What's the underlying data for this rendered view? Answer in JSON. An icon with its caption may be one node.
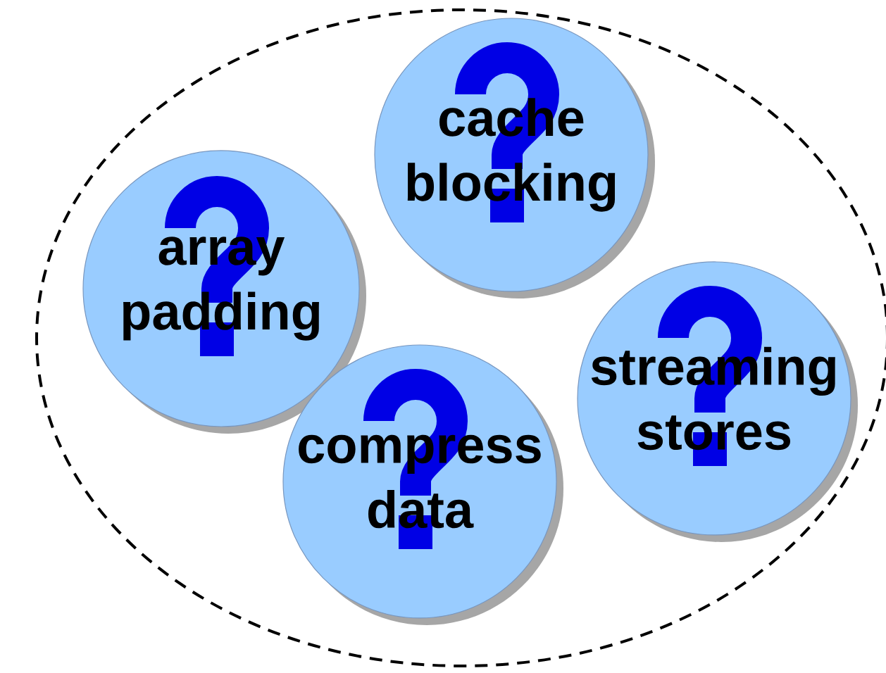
{
  "diagram": {
    "nodes": [
      {
        "text": [],
        "shape": "ellipse"
      },
      {
        "text": [
          "cache blocking"
        ],
        "in": 0
      },
      {
        "text": [
          "array padding"
        ],
        "in": 0
      },
      {
        "text": [
          "streaming stores"
        ],
        "in": 0
      },
      {
        "text": [
          "compress data"
        ],
        "in": 0
      }
    ]
  }
}
